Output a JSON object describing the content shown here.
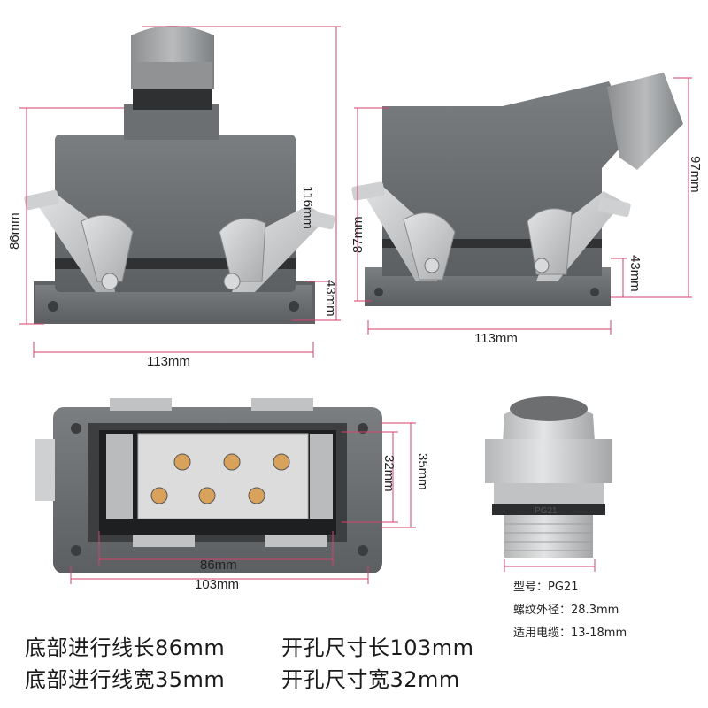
{
  "dimensions": {
    "top_left": {
      "height_total": "116mm",
      "height_body": "86mm",
      "height_base": "43mm",
      "width": "113mm"
    },
    "top_right": {
      "height_total": "97mm",
      "height_body": "87mm",
      "height_base": "43mm",
      "width": "113mm"
    },
    "bottom_left": {
      "inner_length": "86mm",
      "outer_length": "103mm",
      "inner_width": "32mm",
      "outer_width": "35mm"
    }
  },
  "gland": {
    "marking": "PG21",
    "specs": [
      {
        "label": "型号：",
        "value": "PG21"
      },
      {
        "label": "螺纹外径：",
        "value": "28.3mm"
      },
      {
        "label": "适用电缆：",
        "value": "13-18mm"
      }
    ]
  },
  "captions": {
    "line1_left": "底部进行线长86mm",
    "line1_right": "开孔尺寸长103mm",
    "line2_left": "底部进行线宽35mm",
    "line2_right": "开孔尺寸宽32mm"
  },
  "colors": {
    "housing": "#6f7173",
    "housing_dark": "#55585a",
    "steel": "#c9cbcd",
    "insert": "#d9d9d9",
    "dim_line": "#d6426a"
  }
}
